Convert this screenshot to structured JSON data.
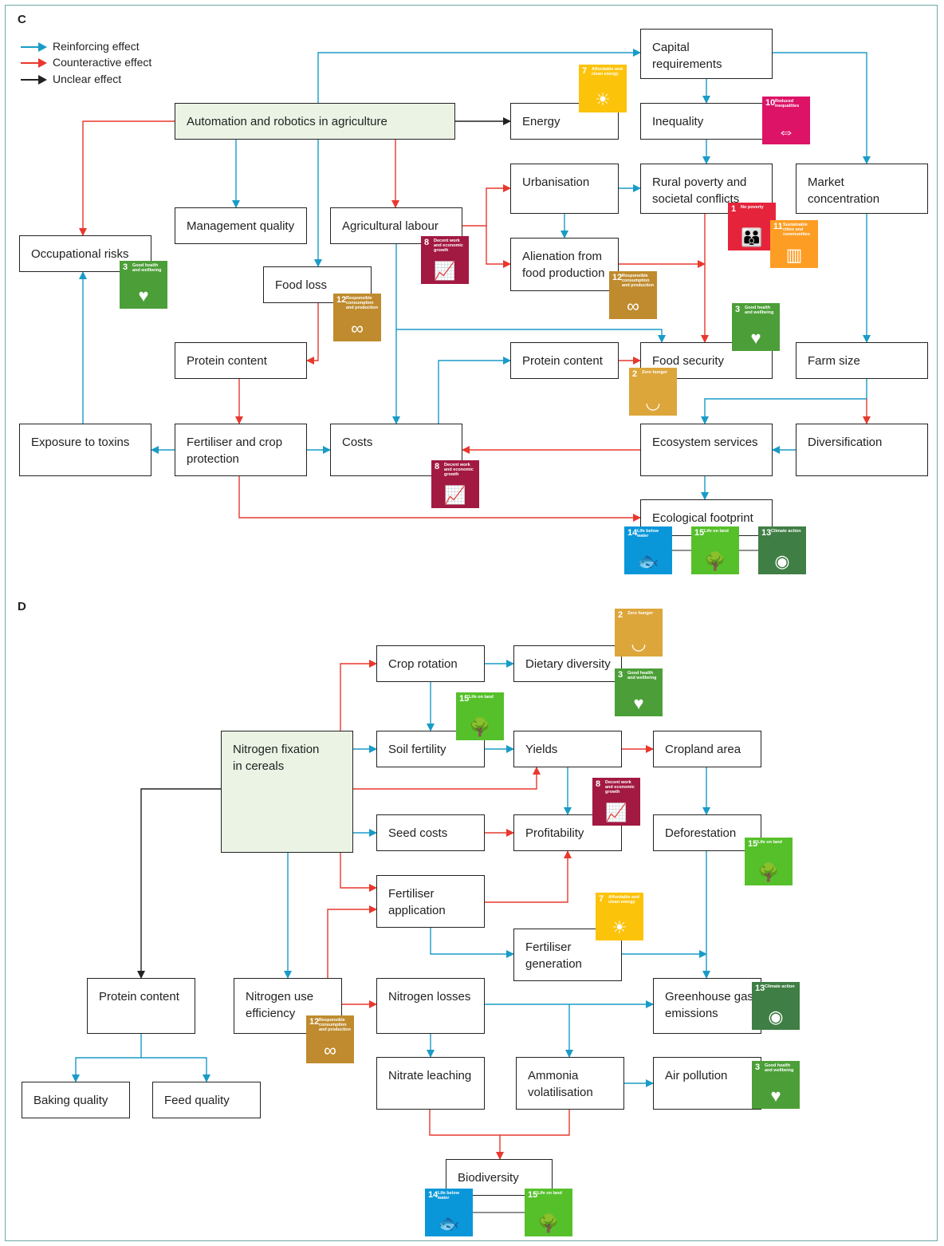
{
  "panels": [
    {
      "id": "C",
      "label": "C"
    },
    {
      "id": "D",
      "label": "D"
    }
  ],
  "legend": [
    {
      "label": "Reinforcing effect",
      "color": "#1a9bc7"
    },
    {
      "label": "Counteractive effect",
      "color": "#e8382e"
    },
    {
      "label": "Unclear effect",
      "color": "#222222"
    }
  ],
  "nodes": [
    {
      "id": "automation",
      "text": "Automation and robotics in agriculture",
      "highlight": true
    },
    {
      "id": "capital",
      "text": "Capital\nrequirements"
    },
    {
      "id": "energy",
      "text": "Energy"
    },
    {
      "id": "inequality",
      "text": "Inequality"
    },
    {
      "id": "urbanisation",
      "text": "Urbanisation"
    },
    {
      "id": "rural",
      "text": "Rural poverty and\nsocietal conflicts"
    },
    {
      "id": "market",
      "text": "Market\nconcentration"
    },
    {
      "id": "mgmt",
      "text": "Management quality"
    },
    {
      "id": "aglabour",
      "text": "Agricultural labour"
    },
    {
      "id": "occrisk",
      "text": "Occupational risks"
    },
    {
      "id": "foodloss",
      "text": "Food loss"
    },
    {
      "id": "alienation",
      "text": "Alienation from\nfood production"
    },
    {
      "id": "proteinC1",
      "text": "Protein content"
    },
    {
      "id": "proteinC2",
      "text": "Protein content"
    },
    {
      "id": "foodsec",
      "text": "Food security"
    },
    {
      "id": "farmsize",
      "text": "Farm size"
    },
    {
      "id": "toxins",
      "text": "Exposure to toxins"
    },
    {
      "id": "fertcrop",
      "text": "Fertiliser and crop\nprotection"
    },
    {
      "id": "costs",
      "text": "Costs"
    },
    {
      "id": "ecoserv",
      "text": "Ecosystem services"
    },
    {
      "id": "divers",
      "text": "Diversification"
    },
    {
      "id": "ecofoot",
      "text": "Ecological footprint"
    },
    {
      "id": "croprot",
      "text": "Crop rotation"
    },
    {
      "id": "dietdiv",
      "text": "Dietary diversity"
    },
    {
      "id": "nfix",
      "text": "Nitrogen fixation\nin cereals",
      "highlight": true
    },
    {
      "id": "soilfert",
      "text": "Soil fertility"
    },
    {
      "id": "yields",
      "text": "Yields"
    },
    {
      "id": "cropland",
      "text": "Cropland area"
    },
    {
      "id": "seedcost",
      "text": "Seed costs"
    },
    {
      "id": "profit",
      "text": "Profitability"
    },
    {
      "id": "deforest",
      "text": "Deforestation"
    },
    {
      "id": "fertapp",
      "text": "Fertiliser\napplication"
    },
    {
      "id": "fertgen",
      "text": "Fertiliser\ngeneration"
    },
    {
      "id": "proteinD",
      "text": "Protein content"
    },
    {
      "id": "nue",
      "text": "Nitrogen use\nefficiency"
    },
    {
      "id": "nloss",
      "text": "Nitrogen losses"
    },
    {
      "id": "ghg",
      "text": "Greenhouse gas\nemissions"
    },
    {
      "id": "nitrate",
      "text": "Nitrate leaching"
    },
    {
      "id": "ammonia",
      "text": "Ammonia\nvolatilisation"
    },
    {
      "id": "airpol",
      "text": "Air pollution"
    },
    {
      "id": "baking",
      "text": "Baking quality"
    },
    {
      "id": "feed",
      "text": "Feed quality"
    },
    {
      "id": "biodiv",
      "text": "Biodiversity"
    }
  ],
  "sdg_badges": [
    {
      "number": "7",
      "label": "Affordable and clean energy",
      "color": "#fcc30b",
      "icon": "sun-icon"
    },
    {
      "number": "10",
      "label": "Reduced inequalities",
      "color": "#dd1367",
      "icon": "equality-icon"
    },
    {
      "number": "1",
      "label": "No poverty",
      "color": "#e5243b",
      "icon": "family-icon"
    },
    {
      "number": "11",
      "label": "Sustainable cities and communities",
      "color": "#fd9d24",
      "icon": "city-icon"
    },
    {
      "number": "8",
      "label": "Decent work and economic growth",
      "color": "#a21942",
      "icon": "growth-chart-icon"
    },
    {
      "number": "3",
      "label": "Good health and wellbeing",
      "color": "#4c9f38",
      "icon": "heartbeat-icon"
    },
    {
      "number": "12",
      "label": "Responsible consumption and production",
      "color": "#bf8b2e",
      "icon": "infinity-icon"
    },
    {
      "number": "3",
      "label": "Good health and wellbeing",
      "color": "#4c9f38",
      "icon": "heartbeat-icon"
    },
    {
      "number": "12",
      "label": "Responsible consumption and production",
      "color": "#bf8b2e",
      "icon": "infinity-icon"
    },
    {
      "number": "2",
      "label": "Zero hunger",
      "color": "#dda63a",
      "icon": "bowl-icon"
    },
    {
      "number": "8",
      "label": "Decent work and economic growth",
      "color": "#a21942",
      "icon": "growth-chart-icon"
    },
    {
      "number": "14",
      "label": "Life below water",
      "color": "#0a97d9",
      "icon": "fish-icon"
    },
    {
      "number": "15",
      "label": "Life on land",
      "color": "#56c02b",
      "icon": "tree-icon"
    },
    {
      "number": "13",
      "label": "Climate action",
      "color": "#3f7e44",
      "icon": "eye-globe-icon"
    },
    {
      "number": "2",
      "label": "Zero hunger",
      "color": "#dda63a",
      "icon": "bowl-icon"
    },
    {
      "number": "3",
      "label": "Good health and wellbeing",
      "color": "#4c9f38",
      "icon": "heartbeat-icon"
    },
    {
      "number": "15",
      "label": "Life on land",
      "color": "#56c02b",
      "icon": "tree-icon"
    },
    {
      "number": "8",
      "label": "Decent work and economic growth",
      "color": "#a21942",
      "icon": "growth-chart-icon"
    },
    {
      "number": "15",
      "label": "Life on land",
      "color": "#56c02b",
      "icon": "tree-icon"
    },
    {
      "number": "7",
      "label": "Affordable and clean energy",
      "color": "#fcc30b",
      "icon": "sun-icon"
    },
    {
      "number": "13",
      "label": "Climate action",
      "color": "#3f7e44",
      "icon": "eye-globe-icon"
    },
    {
      "number": "12",
      "label": "Responsible consumption and production",
      "color": "#bf8b2e",
      "icon": "infinity-icon"
    },
    {
      "number": "3",
      "label": "Good health and wellbeing",
      "color": "#4c9f38",
      "icon": "heartbeat-icon"
    },
    {
      "number": "14",
      "label": "Life below water",
      "color": "#0a97d9",
      "icon": "fish-icon"
    },
    {
      "number": "15",
      "label": "Life on land",
      "color": "#56c02b",
      "icon": "tree-icon"
    }
  ],
  "connections": [
    {
      "from": "automation",
      "to": "capital",
      "effect": "reinforcing"
    },
    {
      "from": "automation",
      "to": "energy",
      "effect": "unclear"
    },
    {
      "from": "automation",
      "to": "mgmt",
      "effect": "reinforcing"
    },
    {
      "from": "automation",
      "to": "aglabour",
      "effect": "counteractive"
    },
    {
      "from": "automation",
      "to": "occrisk",
      "effect": "counteractive"
    },
    {
      "from": "automation",
      "to": "foodloss",
      "effect": "reinforcing"
    },
    {
      "from": "capital",
      "to": "inequality",
      "effect": "reinforcing"
    },
    {
      "from": "capital",
      "to": "market",
      "effect": "reinforcing"
    },
    {
      "from": "inequality",
      "to": "rural",
      "effect": "reinforcing"
    },
    {
      "from": "aglabour",
      "to": "urbanisation",
      "effect": "counteractive"
    },
    {
      "from": "aglabour",
      "to": "alienation",
      "effect": "counteractive"
    },
    {
      "from": "aglabour",
      "to": "costs",
      "effect": "reinforcing"
    },
    {
      "from": "aglabour",
      "to": "foodsec",
      "effect": "reinforcing"
    },
    {
      "from": "urbanisation",
      "to": "rural",
      "effect": "reinforcing"
    },
    {
      "from": "urbanisation",
      "to": "alienation",
      "effect": "reinforcing"
    },
    {
      "from": "rural",
      "to": "foodsec",
      "effect": "counteractive"
    },
    {
      "from": "alienation",
      "to": "foodsec",
      "effect": "counteractive"
    },
    {
      "from": "market",
      "to": "farmsize",
      "effect": "reinforcing"
    },
    {
      "from": "foodloss",
      "to": "proteinC1",
      "effect": "counteractive"
    },
    {
      "from": "proteinC1",
      "to": "fertcrop",
      "effect": "counteractive"
    },
    {
      "from": "costs",
      "to": "proteinC2",
      "effect": "reinforcing"
    },
    {
      "from": "proteinC2",
      "to": "foodsec",
      "effect": "counteractive"
    },
    {
      "from": "farmsize",
      "to": "ecoserv",
      "effect": "reinforcing"
    },
    {
      "from": "farmsize",
      "to": "divers",
      "effect": "counteractive"
    },
    {
      "from": "divers",
      "to": "ecoserv",
      "effect": "reinforcing"
    },
    {
      "from": "ecoserv",
      "to": "costs",
      "effect": "counteractive"
    },
    {
      "from": "ecoserv",
      "to": "ecofoot",
      "effect": "reinforcing"
    },
    {
      "from": "fertcrop",
      "to": "toxins",
      "effect": "reinforcing"
    },
    {
      "from": "fertcrop",
      "to": "costs",
      "effect": "reinforcing"
    },
    {
      "from": "fertcrop",
      "to": "ecofoot",
      "effect": "counteractive"
    },
    {
      "from": "toxins",
      "to": "occrisk",
      "effect": "reinforcing"
    },
    {
      "from": "nfix",
      "to": "croprot",
      "effect": "counteractive"
    },
    {
      "from": "nfix",
      "to": "soilfert",
      "effect": "reinforcing"
    },
    {
      "from": "nfix",
      "to": "yields",
      "effect": "counteractive"
    },
    {
      "from": "nfix",
      "to": "seedcost",
      "effect": "reinforcing"
    },
    {
      "from": "nfix",
      "to": "fertapp",
      "effect": "counteractive"
    },
    {
      "from": "nfix",
      "to": "nue",
      "effect": "reinforcing"
    },
    {
      "from": "nfix",
      "to": "proteinD",
      "effect": "unclear"
    },
    {
      "from": "croprot",
      "to": "dietdiv",
      "effect": "reinforcing"
    },
    {
      "from": "croprot",
      "to": "soilfert",
      "effect": "reinforcing"
    },
    {
      "from": "soilfert",
      "to": "yields",
      "effect": "reinforcing"
    },
    {
      "from": "yields",
      "to": "cropland",
      "effect": "counteractive"
    },
    {
      "from": "yields",
      "to": "profit",
      "effect": "reinforcing"
    },
    {
      "from": "seedcost",
      "to": "profit",
      "effect": "counteractive"
    },
    {
      "from": "fertapp",
      "to": "profit",
      "effect": "counteractive"
    },
    {
      "from": "fertapp",
      "to": "fertgen",
      "effect": "reinforcing"
    },
    {
      "from": "cropland",
      "to": "deforest",
      "effect": "reinforcing"
    },
    {
      "from": "deforest",
      "to": "ghg",
      "effect": "reinforcing"
    },
    {
      "from": "fertgen",
      "to": "ghg",
      "effect": "reinforcing"
    },
    {
      "from": "nue",
      "to": "fertapp",
      "effect": "counteractive"
    },
    {
      "from": "nue",
      "to": "nloss",
      "effect": "counteractive"
    },
    {
      "from": "nloss",
      "to": "ghg",
      "effect": "reinforcing"
    },
    {
      "from": "nloss",
      "to": "nitrate",
      "effect": "reinforcing"
    },
    {
      "from": "nloss",
      "to": "ammonia",
      "effect": "reinforcing"
    },
    {
      "from": "ammonia",
      "to": "airpol",
      "effect": "reinforcing"
    },
    {
      "from": "nitrate",
      "to": "biodiv",
      "effect": "counteractive"
    },
    {
      "from": "ammonia",
      "to": "biodiv",
      "effect": "counteractive"
    },
    {
      "from": "proteinD",
      "to": "baking",
      "effect": "reinforcing"
    },
    {
      "from": "proteinD",
      "to": "feed",
      "effect": "reinforcing"
    }
  ]
}
